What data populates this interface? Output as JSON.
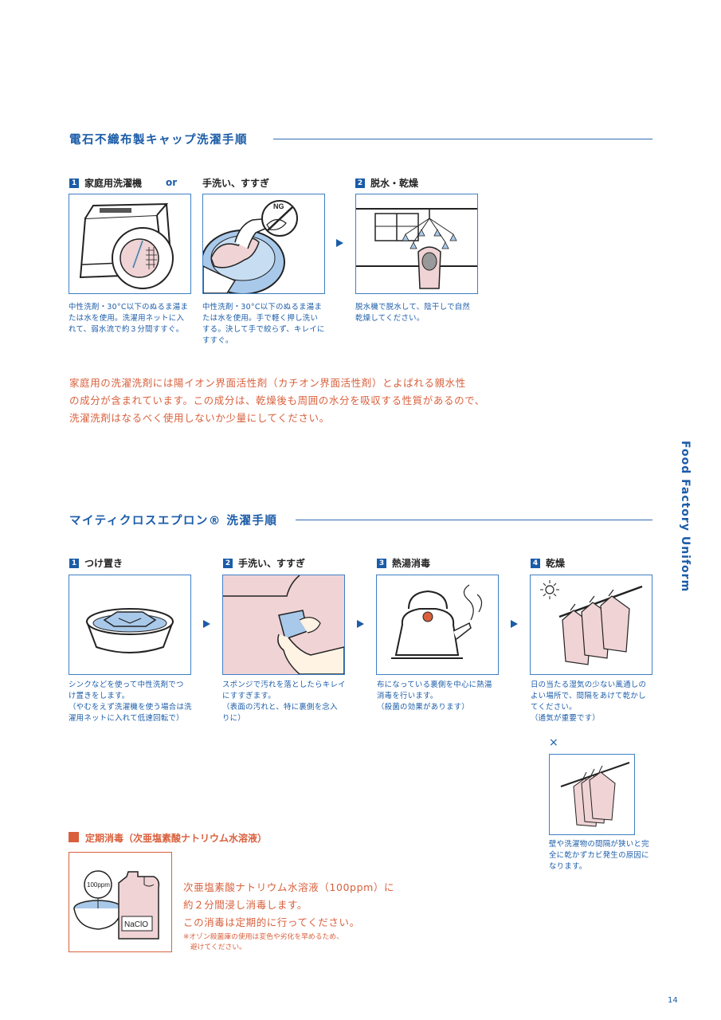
{
  "section1": {
    "title": "電石不織布製キャップ洗濯手順",
    "step1_num": "1",
    "step1_label": "家庭用洗濯機",
    "or_label": "or",
    "step1b_label": "手洗い、すすぎ",
    "step2_num": "2",
    "step2_label": "脱水・乾燥",
    "ng_label": "NG",
    "cap1": [
      "中性洗剤・30°C以下のぬるま湯ま",
      "たは水を使用。洗濯用ネットに入",
      "れて、弱水流で約３分間すすぐ。"
    ],
    "cap2": [
      "中性洗剤・30°C以下のぬるま湯ま",
      "たは水を使用。手で軽く押し洗い",
      "する。決して手で絞らず、キレイに",
      "すすぐ。"
    ],
    "cap3": [
      "脱水機で脱水して、陰干しで自然",
      "乾燥してください。"
    ],
    "note": [
      "家庭用の洗濯洗剤には陽イオン界面活性剤（カチオン界面活性剤）とよばれる親水性",
      "の成分が含まれています。この成分は、乾燥後も周囲の水分を吸収する性質があるので、",
      "洗濯洗剤はなるべく使用しないか少量にしてください。"
    ]
  },
  "section2": {
    "title": "マイティクロスエプロン® 洗濯手順",
    "steps": [
      {
        "num": "1",
        "label": "つけ置き"
      },
      {
        "num": "2",
        "label": "手洗い、すすぎ"
      },
      {
        "num": "3",
        "label": "熱湯消毒"
      },
      {
        "num": "4",
        "label": "乾燥"
      }
    ],
    "cap1": [
      "シンクなどを使って中性洗剤でつ",
      "け置きをします。",
      "（やむをえず洗濯機を使う場合は洗",
      "濯用ネットに入れて低速回転で）"
    ],
    "cap2": [
      "スポンジで汚れを落としたらキレイ",
      "にすすぎます。",
      "（表面の汚れと、特に裏側を念入",
      "りに）"
    ],
    "cap3": [
      "布になっている裏側を中心に熱湯",
      "消毒を行います。",
      "（殺菌の効果があります）"
    ],
    "cap4": [
      "日の当たる湿気の少ない風通しの",
      "よい場所で、間隔をあけて乾かし",
      "てください。",
      "（通気が重要です）"
    ],
    "bad_mark": "×",
    "bad_caption": [
      "壁や洗濯物の間隔が狭いと完",
      "全に乾かずカビ発生の原因に",
      "なります。"
    ]
  },
  "disinfect": {
    "title": "定期消毒（次亜塩素酸ナトリウム水溶液）",
    "ppm_label": "100ppm",
    "bottle_label": "NaClO",
    "text": [
      "次亜塩素酸ナトリウム水溶液（100ppm）に",
      "約２分間浸し消毒します。",
      "この消毒は定期的に行ってください。"
    ],
    "sub": [
      "※オゾン殺菌庫の使用は変色や劣化を早めるため、",
      "　避けてください。"
    ]
  },
  "side_label": "Food Factory Uniform",
  "page_number": "14",
  "colors": {
    "blue": "#1b5ca8",
    "orange": "#d9603d",
    "pink": "#f0d3d5",
    "lightblue": "#a9c9ea"
  }
}
